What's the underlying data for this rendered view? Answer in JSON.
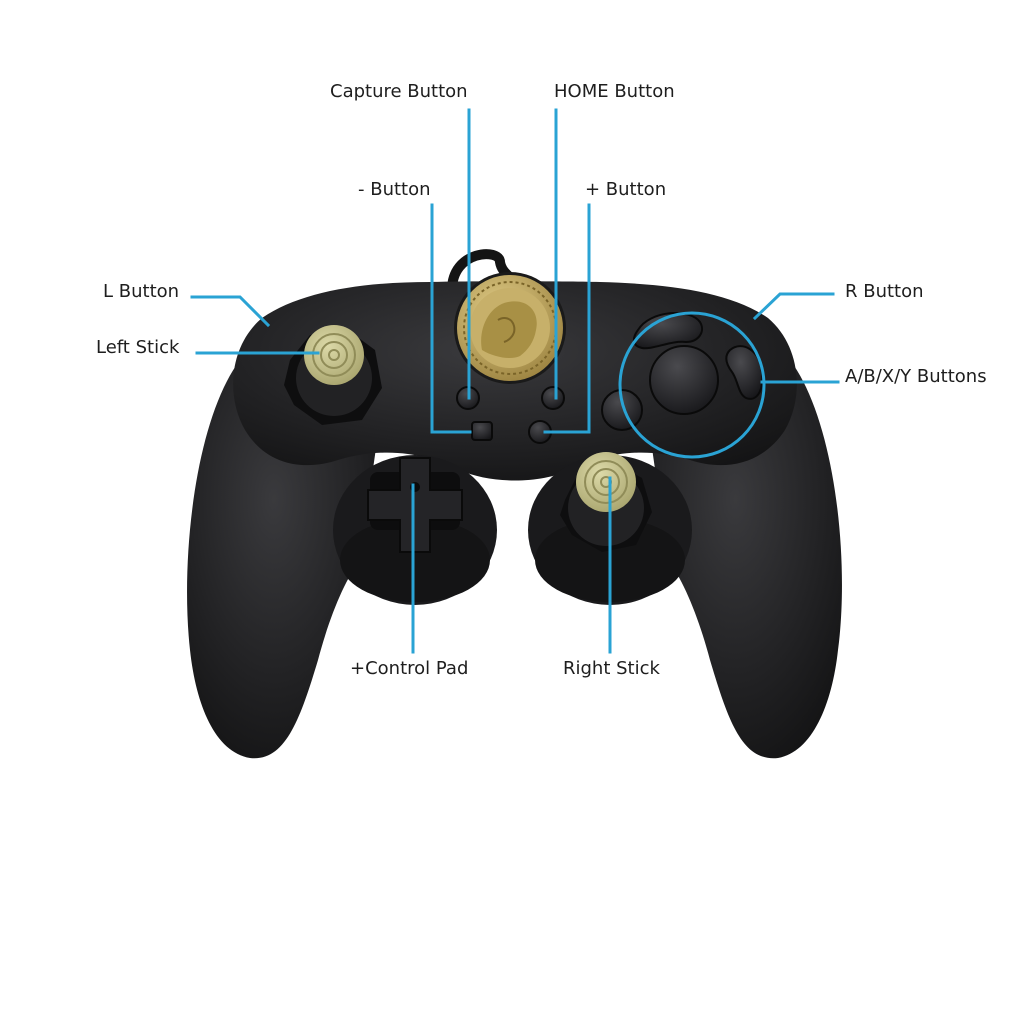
{
  "colors": {
    "background": "#ffffff",
    "callout_line": "#2aa3d4",
    "label_text": "#1e1e1e",
    "controller_body": "#1f1f21",
    "stick_cap": "#c9c592",
    "medallion_gold": "#b8a05c"
  },
  "labels": {
    "capture": "Capture Button",
    "home": "HOME Button",
    "minus": "- Button",
    "plus": "+ Button",
    "l_button": "L Button",
    "left_stick": "Left Stick",
    "r_button": "R Button",
    "abxy": "A/B/X/Y Buttons",
    "control_pad": "+Control Pad",
    "right_stick": "Right Stick"
  },
  "icons": {
    "controller": "gamecube-style-controller",
    "medallion": "gold-portrait-medallion-icon",
    "cable": "usb-cable-icon"
  }
}
